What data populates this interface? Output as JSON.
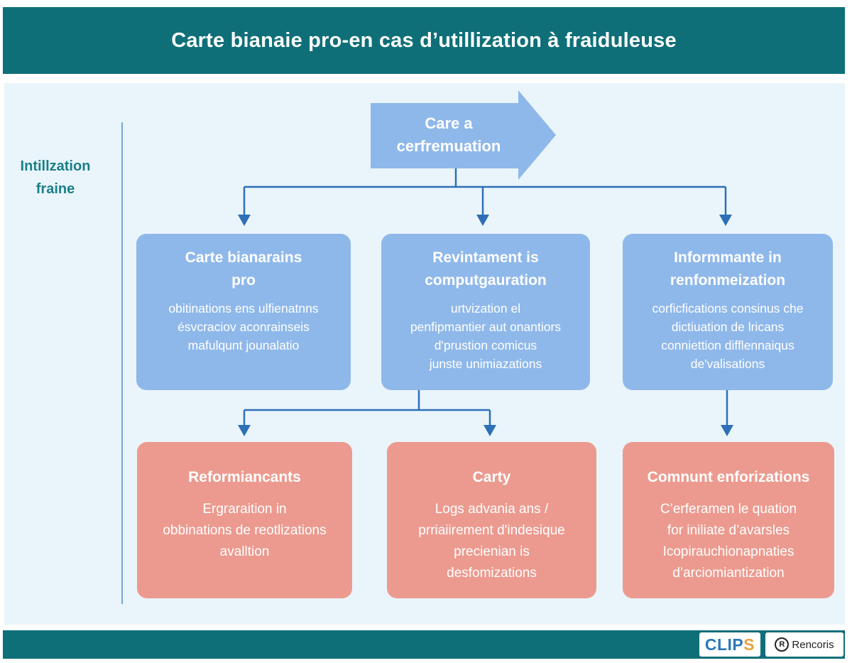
{
  "header": {
    "title": "Carte bianaie pro-en cas d’utillization à fraiduleuse"
  },
  "side_label": {
    "line1": "Intillzation",
    "line2": "fraine"
  },
  "start": {
    "line1": "Care a",
    "line2": "cerfremuation"
  },
  "row1": [
    {
      "title": [
        "Carte bianarains",
        "pro"
      ],
      "body": [
        "obitinations ens ulfienatnns",
        "ésvcraciov aconrainseis",
        "mafulqunt jounalatio"
      ]
    },
    {
      "title": [
        "Revintament is",
        "computgauration"
      ],
      "body": [
        "urtvization el",
        "penfipmantier aut onantiors",
        "d'prustion comicus",
        "junste unimiazations"
      ]
    },
    {
      "title": [
        "Informmante in",
        "renfonmeization"
      ],
      "body": [
        "corficfications consinus che",
        "dictiuation de lricans",
        "conniettion difflennaiqus",
        "de'valisations"
      ]
    }
  ],
  "row2": [
    {
      "title": [
        "Reformiancants"
      ],
      "body": [
        "Ergraraition in",
        "obbinations de reotlizations",
        "avalltion"
      ]
    },
    {
      "title": [
        "Carty"
      ],
      "body": [
        "Logs advania ans /",
        "prriaiirement d'indesique",
        "precienian is",
        "desfomizations"
      ]
    },
    {
      "title": [
        "Comnunt enforizations"
      ],
      "body": [
        "C’erferamen le quation",
        "for iniliate d’avarsles",
        "Icopirauchionapnaties",
        "d’arciomiantization"
      ]
    }
  ],
  "footer": {
    "logo_main": "CLIP",
    "logo_tail": "S",
    "reg_mark": "R",
    "brand": "Rencoris"
  },
  "colors": {
    "teal": "#0f6f78",
    "blue_box": "#8fb8ea",
    "red_box": "#ec9a8f",
    "connector": "#2e6fb5",
    "panel": "#e9f5fb"
  }
}
